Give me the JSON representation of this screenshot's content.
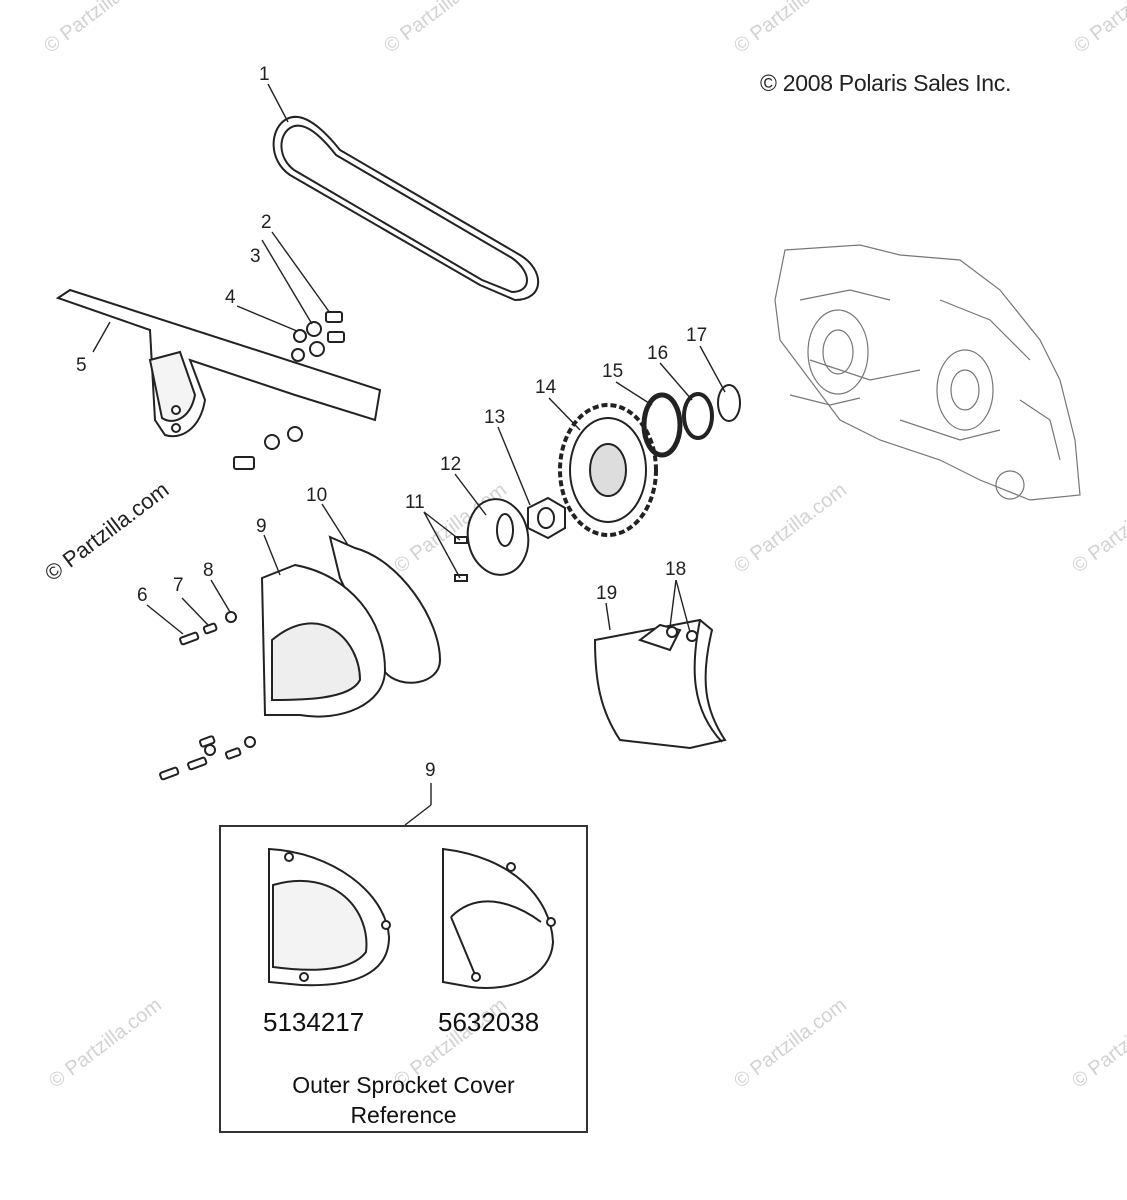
{
  "copyright": "© 2008 Polaris Sales Inc.",
  "watermark": "© Partzilla.com",
  "callouts": {
    "c1": "1",
    "c2": "2",
    "c3": "3",
    "c4": "4",
    "c5": "5",
    "c6": "6",
    "c7": "7",
    "c8": "8",
    "c9a": "9",
    "c9b": "9",
    "c10": "10",
    "c11": "11",
    "c12": "12",
    "c13": "13",
    "c14": "14",
    "c15": "15",
    "c16": "16",
    "c17": "17",
    "c18": "18",
    "c19": "19"
  },
  "reference": {
    "part_left": "5134217",
    "part_right": "5632038",
    "caption_line1": "Outer Sprocket Cover",
    "caption_line2": "Reference"
  }
}
